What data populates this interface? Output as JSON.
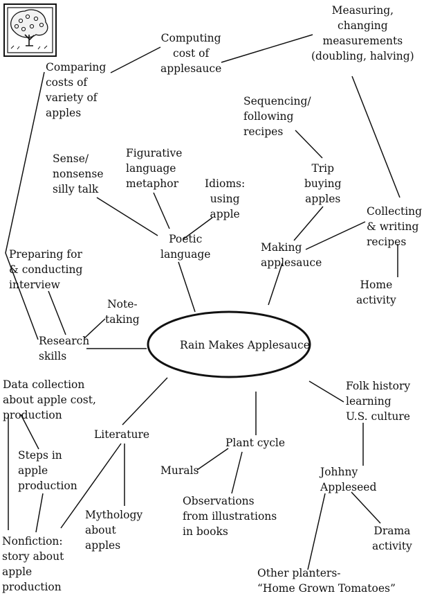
{
  "center": "Rain Makes Applesauce",
  "nodes": {
    "measuring": "Measuring,\nchanging\nmeasurements\n(doubling, halving)",
    "computing": "Computing\ncost of\napplesauce",
    "comparing": "Comparing\ncosts of\nvariety of\napples",
    "sequencing": "Sequencing/\nfollowing\nrecipes",
    "sense": "Sense/\nnonsense\nsilly talk",
    "figurative": "Figurative\nlanguage\nmetaphor",
    "idioms": "Idioms:\nusing\napple",
    "trip": "Trip\nbuying\napples",
    "collecting": "Collecting\n& writing\nrecipes",
    "poetic": "Poetic\nlanguage",
    "making": "Making\napplesauce",
    "preparing": "Preparing for\n& conducting\ninterview",
    "home": "Home\nactivity",
    "notetaking": "Note-\ntaking",
    "research": "Research\nskills",
    "data": "Data collection\nabout apple cost,\nproduction",
    "folk": "Folk history\nlearning\nU.S. culture",
    "literature": "Literature",
    "plantcycle": "Plant cycle",
    "steps": "Steps in\napple\nproduction",
    "murals": "Murals",
    "johnny": "Johhny\nAppleseed",
    "mythology": "Mythology\nabout\napples",
    "observations": "Observations\nfrom illustrations\nin books",
    "drama": "Drama\nactivity",
    "nonfiction": "Nonfiction:\nstory about\napple\nproduction",
    "other": "Other planters-\n“Home Grown Tomatoes”"
  }
}
